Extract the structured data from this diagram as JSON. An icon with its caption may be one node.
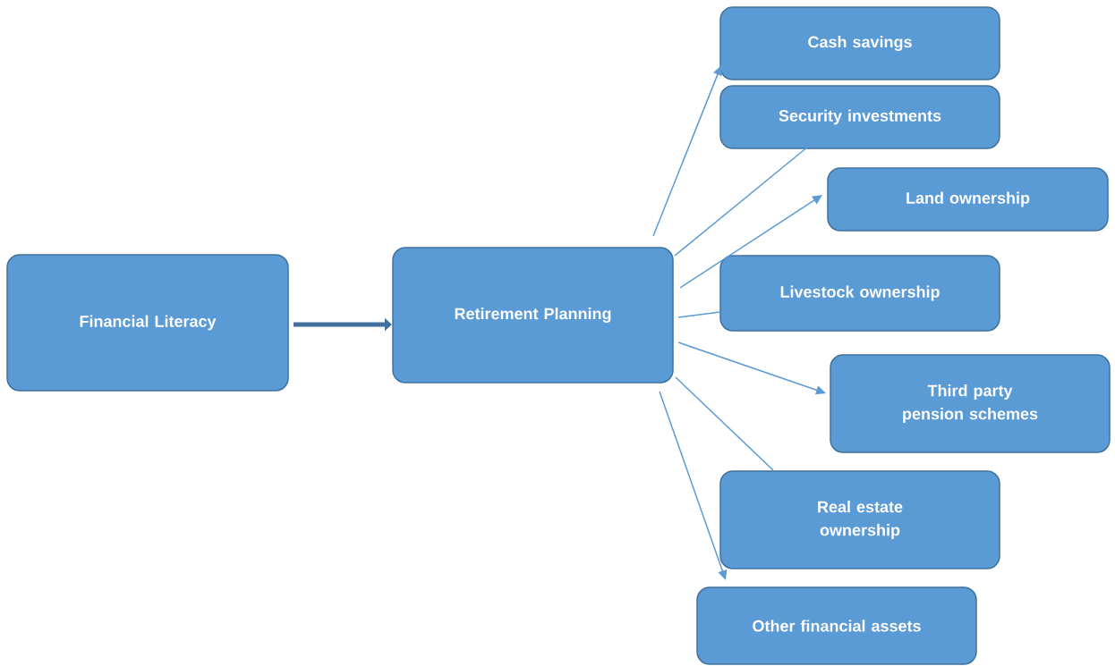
{
  "diagram": {
    "nodes": [
      {
        "text": [
          "Financial Literacy"
        ]
      },
      {
        "text": [
          "Retirement Planning"
        ]
      },
      {
        "text": [
          "Cash savings"
        ]
      },
      {
        "text": [
          "Security investments"
        ]
      },
      {
        "text": [
          "Land ownership"
        ]
      },
      {
        "text": [
          "Livestock ownership"
        ]
      },
      {
        "text": [
          "Third party pension schemes"
        ]
      },
      {
        "text": [
          "Real estate ownership"
        ]
      },
      {
        "text": [
          "Other financial assets"
        ]
      }
    ],
    "edges": [
      {
        "from": 0,
        "to": 1,
        "arrow": "to",
        "style": "thick"
      },
      {
        "from": 1,
        "to": 2,
        "arrow": "to"
      },
      {
        "from": 1,
        "to": 3,
        "arrow": "none"
      },
      {
        "from": 1,
        "to": 4,
        "arrow": "to"
      },
      {
        "from": 1,
        "to": 5,
        "arrow": "none"
      },
      {
        "from": 1,
        "to": 6,
        "arrow": "to"
      },
      {
        "from": 1,
        "to": 7,
        "arrow": "none"
      },
      {
        "from": 1,
        "to": 8,
        "arrow": "to"
      }
    ]
  }
}
